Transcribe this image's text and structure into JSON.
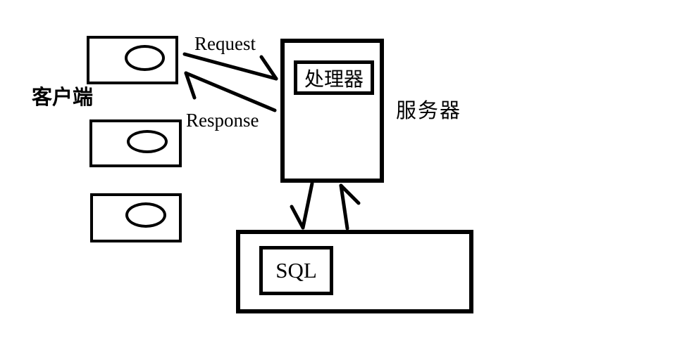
{
  "labels": {
    "clients": "客户端",
    "server": "服务器",
    "processor": "处理器",
    "sql": "SQL",
    "request": "Request",
    "response": "Response"
  },
  "colors": {
    "background": "#ffffff",
    "stroke": "#000000"
  },
  "arrows": [
    {
      "name": "request",
      "from": "客户端",
      "to": "服务器",
      "label": "Request"
    },
    {
      "name": "response",
      "from": "服务器",
      "to": "客户端",
      "label": "Response"
    },
    {
      "name": "query",
      "from": "服务器",
      "to": "SQL",
      "label": ""
    },
    {
      "name": "result",
      "from": "SQL",
      "to": "服务器",
      "label": ""
    }
  ]
}
